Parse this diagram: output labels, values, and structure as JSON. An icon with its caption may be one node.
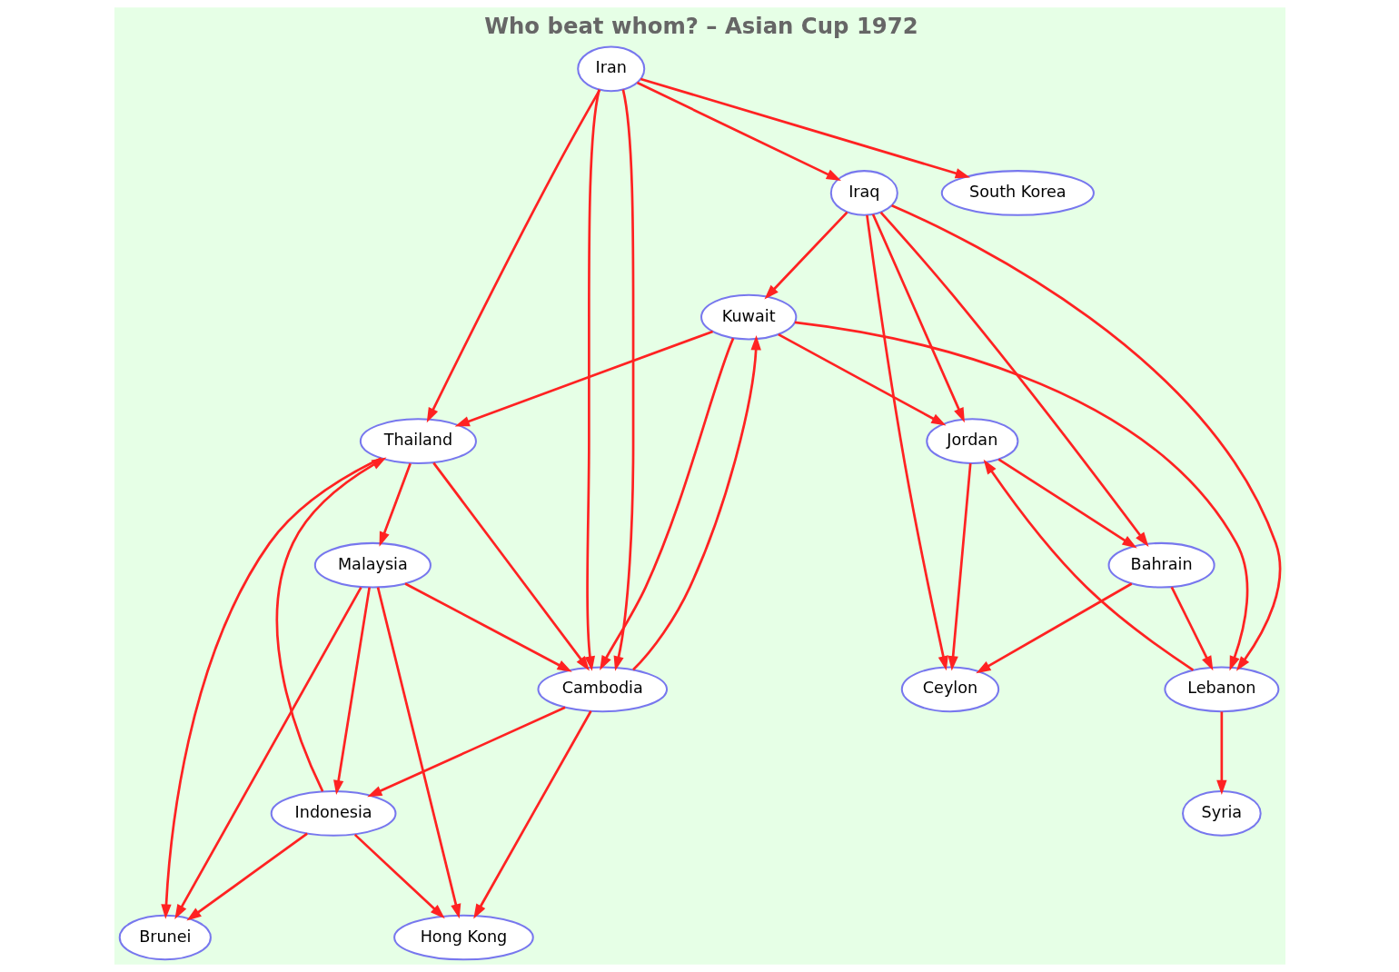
{
  "diagram": {
    "title": "Who beat whom? – Asian Cup 1972",
    "nodes": [
      {
        "text": [
          "Iran"
        ]
      },
      {
        "text": [
          "Malaysia"
        ]
      },
      {
        "text": [
          "Iraq"
        ]
      },
      {
        "text": [
          "Indonesia"
        ]
      },
      {
        "text": [
          "Kuwait"
        ]
      },
      {
        "text": [
          "Thailand"
        ]
      },
      {
        "text": [
          "South Korea"
        ]
      },
      {
        "text": [
          "Jordan"
        ]
      },
      {
        "text": [
          "Brunei"
        ]
      },
      {
        "text": [
          "Cambodia"
        ]
      },
      {
        "text": [
          "Bahrain"
        ]
      },
      {
        "text": [
          "Hong Kong"
        ]
      },
      {
        "text": [
          "Lebanon"
        ]
      },
      {
        "text": [
          "Ceylon"
        ]
      },
      {
        "text": [
          "Syria"
        ]
      }
    ],
    "edges": [
      {
        "from": 0,
        "to": 2,
        "arrow": "to"
      },
      {
        "from": 0,
        "to": 5,
        "arrow": "to"
      },
      {
        "from": 0,
        "to": 6,
        "arrow": "to"
      },
      {
        "from": 0,
        "to": 9,
        "arrow": "to"
      },
      {
        "from": 0,
        "to": 9,
        "arrow": "to"
      },
      {
        "from": 1,
        "to": 3,
        "arrow": "to"
      },
      {
        "from": 1,
        "to": 8,
        "arrow": "to"
      },
      {
        "from": 1,
        "to": 9,
        "arrow": "to"
      },
      {
        "from": 1,
        "to": 11,
        "arrow": "to"
      },
      {
        "from": 5,
        "to": 1,
        "arrow": "to"
      },
      {
        "from": 2,
        "to": 4,
        "arrow": "to"
      },
      {
        "from": 2,
        "to": 12,
        "arrow": "to"
      },
      {
        "from": 2,
        "to": 7,
        "arrow": "to"
      },
      {
        "from": 2,
        "to": 10,
        "arrow": "to"
      },
      {
        "from": 2,
        "to": 13,
        "arrow": "to"
      },
      {
        "from": 3,
        "to": 5,
        "arrow": "to"
      },
      {
        "from": 3,
        "to": 8,
        "arrow": "to"
      },
      {
        "from": 3,
        "to": 11,
        "arrow": "to"
      },
      {
        "from": 9,
        "to": 3,
        "arrow": "to"
      },
      {
        "from": 4,
        "to": 5,
        "arrow": "to"
      },
      {
        "from": 4,
        "to": 9,
        "arrow": "to"
      },
      {
        "from": 4,
        "to": 7,
        "arrow": "to"
      },
      {
        "from": 4,
        "to": 12,
        "arrow": "to"
      },
      {
        "from": 9,
        "to": 4,
        "arrow": "to"
      },
      {
        "from": 5,
        "to": 8,
        "arrow": "to"
      },
      {
        "from": 5,
        "to": 9,
        "arrow": "to"
      },
      {
        "from": 7,
        "to": 10,
        "arrow": "to"
      },
      {
        "from": 7,
        "to": 13,
        "arrow": "to"
      },
      {
        "from": 12,
        "to": 7,
        "arrow": "to"
      },
      {
        "from": 10,
        "to": 12,
        "arrow": "to"
      },
      {
        "from": 10,
        "to": 13,
        "arrow": "to"
      },
      {
        "from": 9,
        "to": 11,
        "arrow": "to"
      },
      {
        "from": 12,
        "to": 14,
        "arrow": "to"
      }
    ]
  }
}
